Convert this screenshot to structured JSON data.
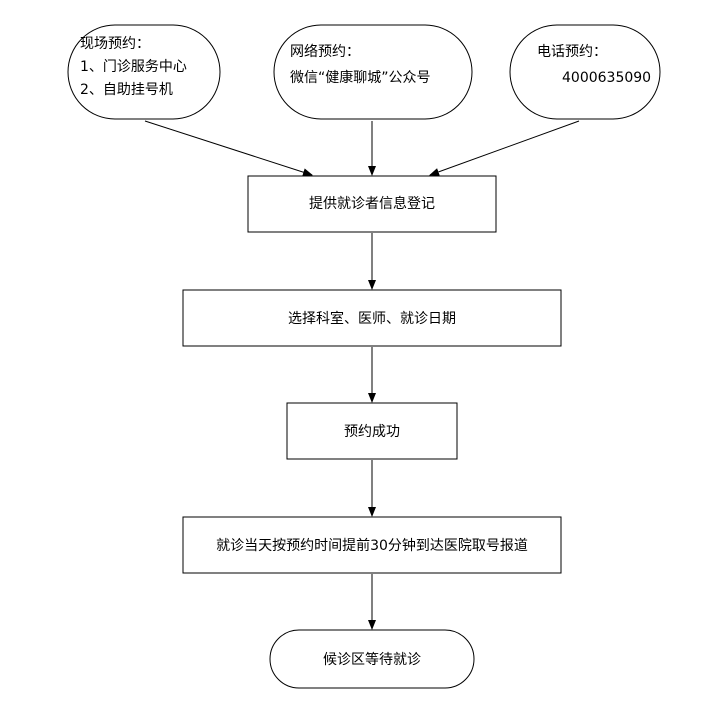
{
  "colors": {
    "stroke": "#000000",
    "fill": "#ffffff",
    "text": "#000000"
  },
  "nodes": {
    "onsite": {
      "title": "现场预约：",
      "line1": "1、门诊服务中心",
      "line2": "2、自助挂号机"
    },
    "online": {
      "title": "网络预约：",
      "line1": "微信“健康聊城”公众号"
    },
    "phone": {
      "title": "电话预约：",
      "line1": "4000635090"
    },
    "step1": "提供就诊者信息登记",
    "step2": "选择科室、医师、就诊日期",
    "step3": "预约成功",
    "step4": "就诊当天按预约时间提前30分钟到达医院取号报道",
    "end": "候诊区等待就诊"
  }
}
